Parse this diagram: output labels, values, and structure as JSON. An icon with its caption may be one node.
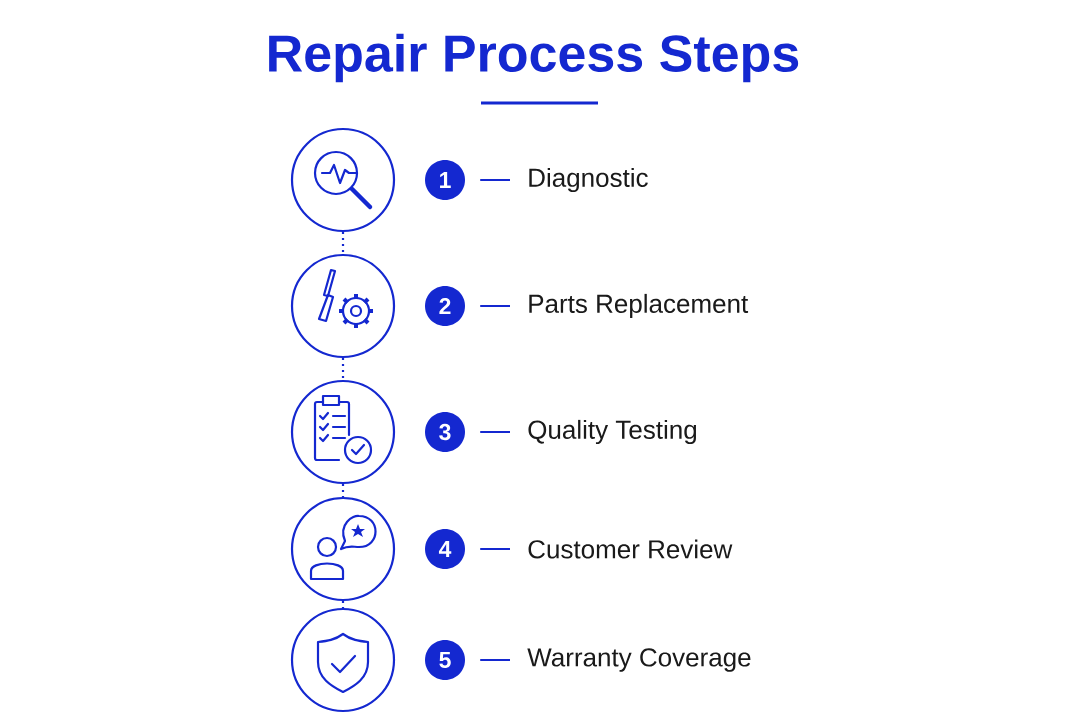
{
  "diagram": {
    "title": "Repair Process Steps",
    "nodes": [
      {
        "text": [],
        "shape": "circle"
      },
      {
        "text": [
          "1"
        ]
      },
      {
        "text": [
          "Diagnostic"
        ]
      },
      {
        "text": [],
        "shape": "circle"
      },
      {
        "text": [
          "2"
        ]
      },
      {
        "text": [
          "Parts Replacement"
        ]
      },
      {
        "text": [],
        "shape": "circle"
      },
      {
        "text": [
          "3"
        ]
      },
      {
        "text": [
          "Quality Testing"
        ]
      },
      {
        "text": [],
        "shape": "circle"
      },
      {
        "text": [
          "4"
        ]
      },
      {
        "text": [
          "Customer Review"
        ]
      },
      {
        "text": [],
        "shape": "circle"
      },
      {
        "text": [
          "5"
        ]
      },
      {
        "text": [
          "Warranty Coverage"
        ]
      }
    ],
    "edges": [
      {
        "from": 1,
        "to": 2,
        "arrow": "none"
      },
      {
        "from": 4,
        "to": 5,
        "arrow": "none"
      },
      {
        "from": 7,
        "to": 8,
        "arrow": "none"
      },
      {
        "from": 10,
        "to": 11,
        "arrow": "none"
      },
      {
        "from": 13,
        "to": 14,
        "arrow": "none"
      },
      {
        "from": 0,
        "to": 3,
        "arrow": "none",
        "style": "dashed"
      },
      {
        "from": 3,
        "to": 6,
        "arrow": "none",
        "style": "dashed"
      },
      {
        "from": 6,
        "to": 9,
        "arrow": "none",
        "style": "dashed"
      },
      {
        "from": 9,
        "to": 12,
        "arrow": "none",
        "style": "dashed"
      }
    ]
  }
}
